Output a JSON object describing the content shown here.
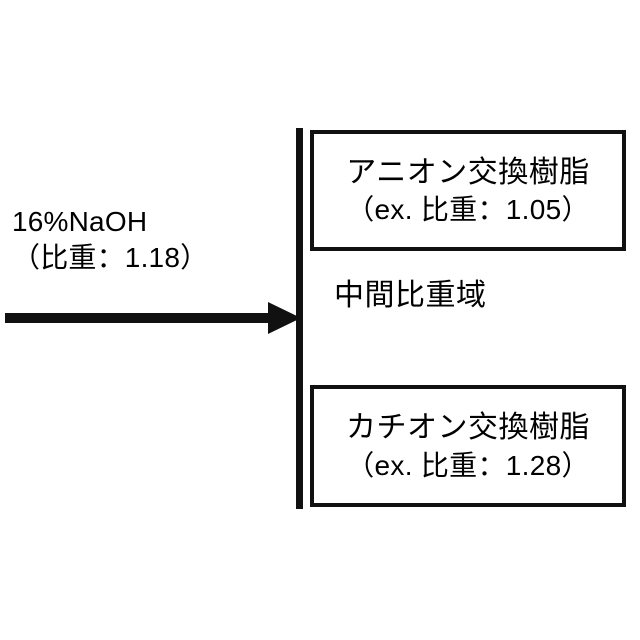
{
  "diagram": {
    "type": "process-schematic",
    "background_color": "#ffffff",
    "ink_color": "#111111",
    "feed": {
      "name": "feed-stream-label",
      "lines": [
        "16%NaOH",
        "（比重：1.18）"
      ],
      "line1": "16%NaOH",
      "line2": "（比重：1.18）",
      "arrow_direction": "right"
    },
    "column": {
      "name": "separation-column",
      "bar_label": ""
    },
    "zones": [
      {
        "id": "anion-resin",
        "position": "top",
        "name": "アニオン交換樹脂",
        "gravity": "（ex. 比重：1.05）",
        "specific_gravity": 1.05,
        "boxed": true
      },
      {
        "id": "intermediate-zone",
        "position": "middle",
        "name": "中間比重域",
        "gravity": "",
        "specific_gravity": null,
        "boxed": false
      },
      {
        "id": "cation-resin",
        "position": "bottom",
        "name": "カチオン交換樹脂",
        "gravity": "（ex. 比重：1.28）",
        "specific_gravity": 1.28,
        "boxed": true
      }
    ]
  }
}
